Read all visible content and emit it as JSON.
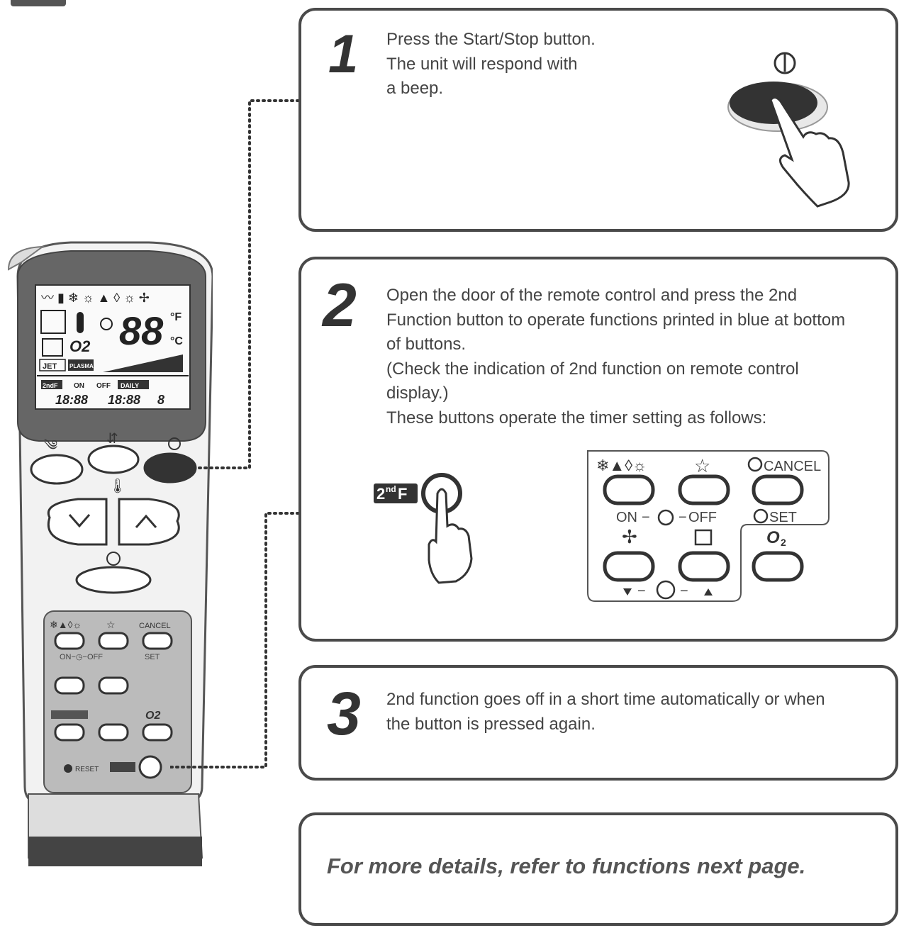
{
  "steps": [
    {
      "number": "1",
      "lines": [
        "Press the Start/Stop button.",
        "The unit will respond with",
        "a beep."
      ]
    },
    {
      "number": "2",
      "lines": [
        "Open the door of the remote control and press the 2nd",
        "Function button to operate functions printed in blue at bottom",
        "of buttons.",
        "(Check the indication of 2nd function on remote control",
        "display.)",
        "These buttons operate the timer setting as follows:"
      ]
    },
    {
      "number": "3",
      "lines": [
        "2nd function goes off in a short time automatically or when",
        "the button is pressed again."
      ]
    }
  ],
  "note": "For more details, refer to functions next page.",
  "second_function_button": {
    "label_main": "2",
    "label_sup": "nd",
    "label_tail": "F"
  },
  "timer_panel": {
    "cancel_label": "CANCEL",
    "on_label": "ON",
    "off_label": "OFF",
    "set_label": "SET",
    "o2_label": "O",
    "o2_sub": "2"
  },
  "remote": {
    "display": {
      "big_digits": "88",
      "unit_f": "°F",
      "unit_c": "°C",
      "jet": "JET",
      "plasma": "PLASMA",
      "second_f": "2ndF",
      "on": "ON",
      "off": "OFF",
      "daily": "DAILY",
      "time1": "18:88",
      "time2": "18:88",
      "hour": "8",
      "o2": "O2"
    },
    "panel": {
      "cancel": "CANCEL",
      "on_off": "ON−◷−OFF",
      "set": "SET",
      "o2": "O2",
      "reset": "RESET"
    }
  },
  "icons": {
    "power": "power-icon",
    "pointing_hand": "pointing-hand-icon"
  }
}
